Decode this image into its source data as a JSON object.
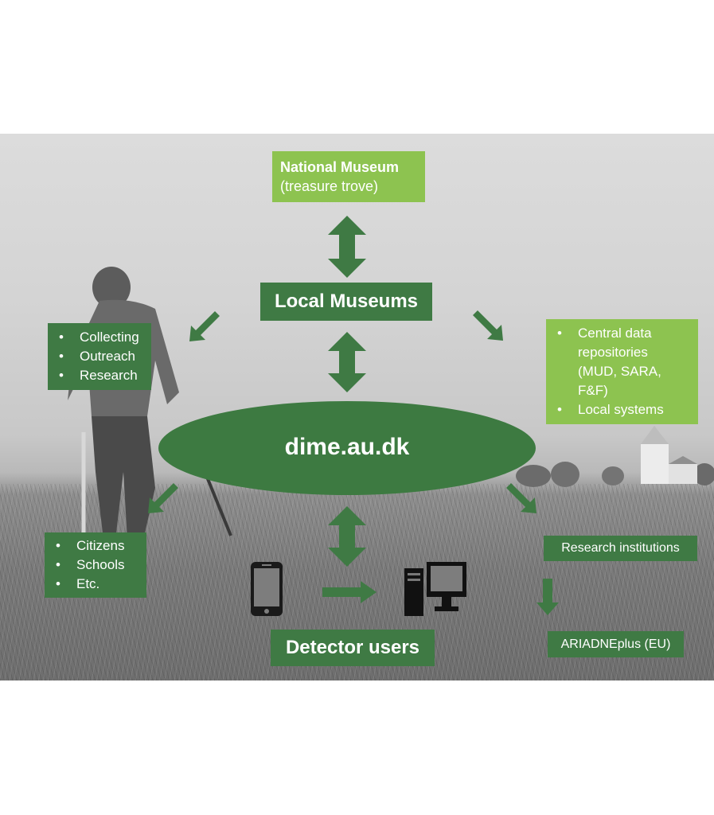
{
  "national_museum": {
    "title": "National Museum",
    "subtitle": "(treasure trove)"
  },
  "local_museums": {
    "label": "Local Museums"
  },
  "center": {
    "label": "dime.au.dk"
  },
  "museum_activities": {
    "items": [
      "Collecting",
      "Outreach",
      "Research"
    ]
  },
  "central_repositories": {
    "items": [
      "Central data repositories (MUD, SARA, F&F)",
      "Local systems"
    ]
  },
  "public": {
    "items": [
      "Citizens",
      "Schools",
      "Etc."
    ]
  },
  "research_institutions": {
    "label": "Research institutions"
  },
  "ariadne": {
    "label": "ARIADNEplus (EU)"
  },
  "detector_users": {
    "label": "Detector users"
  },
  "colors": {
    "dark_green": "#3f7a44",
    "light_green": "#8dc350",
    "ellipse": "#3d7a41"
  },
  "icons": [
    "phone-icon",
    "desktop-computer-icon"
  ]
}
